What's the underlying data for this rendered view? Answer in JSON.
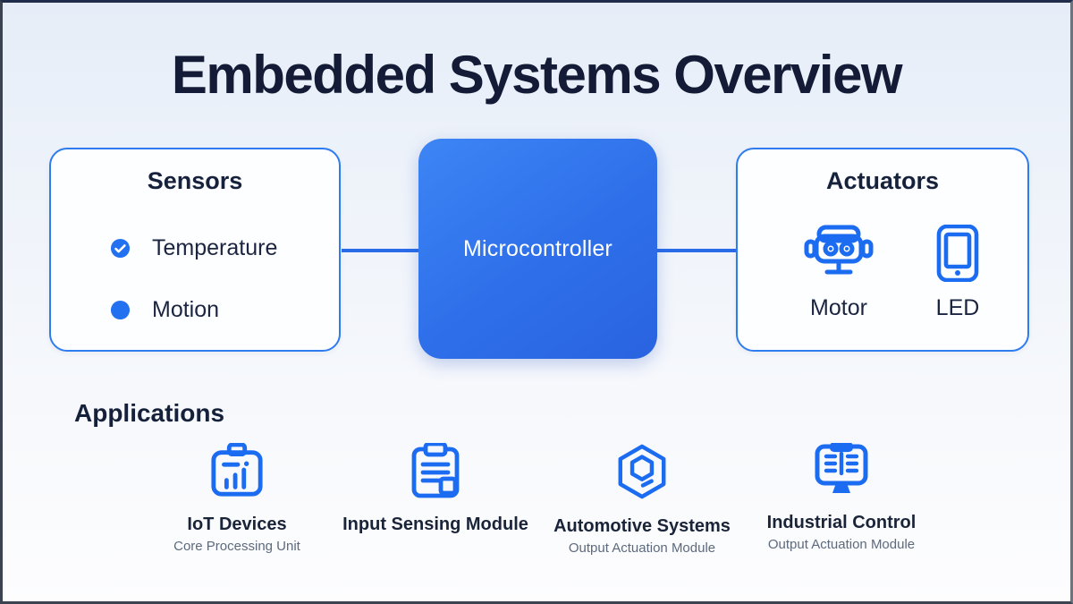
{
  "title": "Embedded Systems Overview",
  "colors": {
    "accent_blue": "#1c6cf2",
    "mcu_fill": "#2e6fe9",
    "panel_border": "#2e7cf0",
    "dark_text": "#16213c",
    "gray_text": "#5d6a7d"
  },
  "sensors": {
    "title": "Sensors",
    "items": [
      {
        "label": "Temperature",
        "icon": "check-circle-icon"
      },
      {
        "label": "Motion",
        "icon": "dot-circle-icon"
      }
    ]
  },
  "microcontroller": {
    "label": "Microcontroller"
  },
  "actuators": {
    "title": "Actuators",
    "items": [
      {
        "label": "Motor",
        "icon": "robot-icon"
      },
      {
        "label": "LED",
        "icon": "tablet-icon"
      }
    ]
  },
  "applications": {
    "title": "Applications",
    "items": [
      {
        "label": "IoT Devices",
        "sublabel": "Core Processing Unit",
        "icon": "briefcase-chart-icon"
      },
      {
        "label": "Input Sensing Module",
        "sublabel": "",
        "icon": "clipboard-icon"
      },
      {
        "label": "Automotive Systems",
        "sublabel": "Output Actuation Module",
        "icon": "hexagon-gear-icon"
      },
      {
        "label": "Industrial Control",
        "sublabel": "Output Actuation Module",
        "icon": "monitor-panel-icon"
      }
    ]
  }
}
